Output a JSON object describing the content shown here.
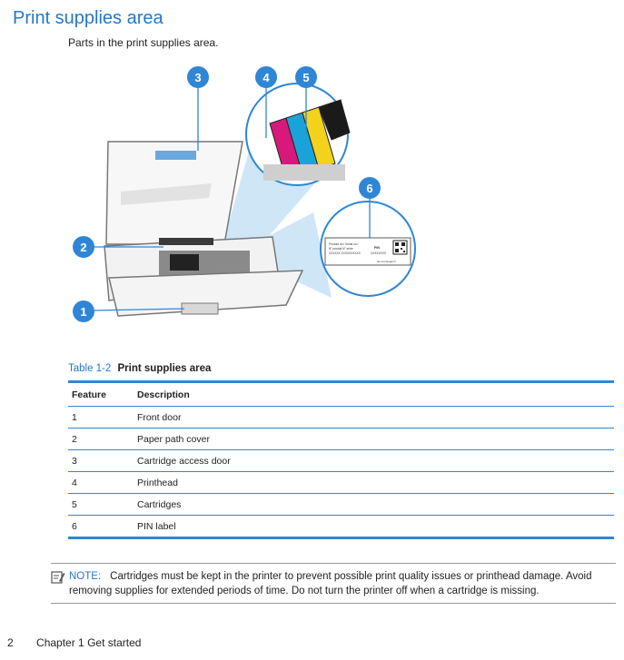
{
  "page": {
    "title": "Print supplies area",
    "intro": "Parts in the print supplies area."
  },
  "figure": {
    "callouts": [
      "1",
      "2",
      "3",
      "4",
      "5",
      "6"
    ],
    "pin_label_text": {
      "line1": "Product no./ Serial no./",
      "line2": "N° produit N° série",
      "line3": "XXXXXX XXXXXXXXXX",
      "pin": "PIN",
      "pin_value": "XXXXXXXX",
      "url": "hp.com/support"
    },
    "colors": {
      "accent": "#2f86d6",
      "magenta": "#d6197b",
      "cyan": "#1aa3d9",
      "yellow": "#f2d21b",
      "black": "#1a1a1a"
    }
  },
  "table": {
    "caption_num": "Table 1-2",
    "caption_title": "Print supplies area",
    "headers": [
      "Feature",
      "Description"
    ],
    "rows": [
      {
        "feature": "1",
        "description": "Front door"
      },
      {
        "feature": "2",
        "description": "Paper path cover"
      },
      {
        "feature": "3",
        "description": "Cartridge access door"
      },
      {
        "feature": "4",
        "description": "Printhead"
      },
      {
        "feature": "5",
        "description": "Cartridges"
      },
      {
        "feature": "6",
        "description": "PIN label"
      }
    ]
  },
  "note": {
    "icon": "note-pencil-icon",
    "label": "NOTE:",
    "text": "Cartridges must be kept in the printer to prevent possible print quality issues or printhead damage. Avoid removing supplies for extended periods of time. Do not turn the printer off when a cartridge is missing."
  },
  "footer": {
    "page_number": "2",
    "chapter": "Chapter 1  Get started"
  }
}
